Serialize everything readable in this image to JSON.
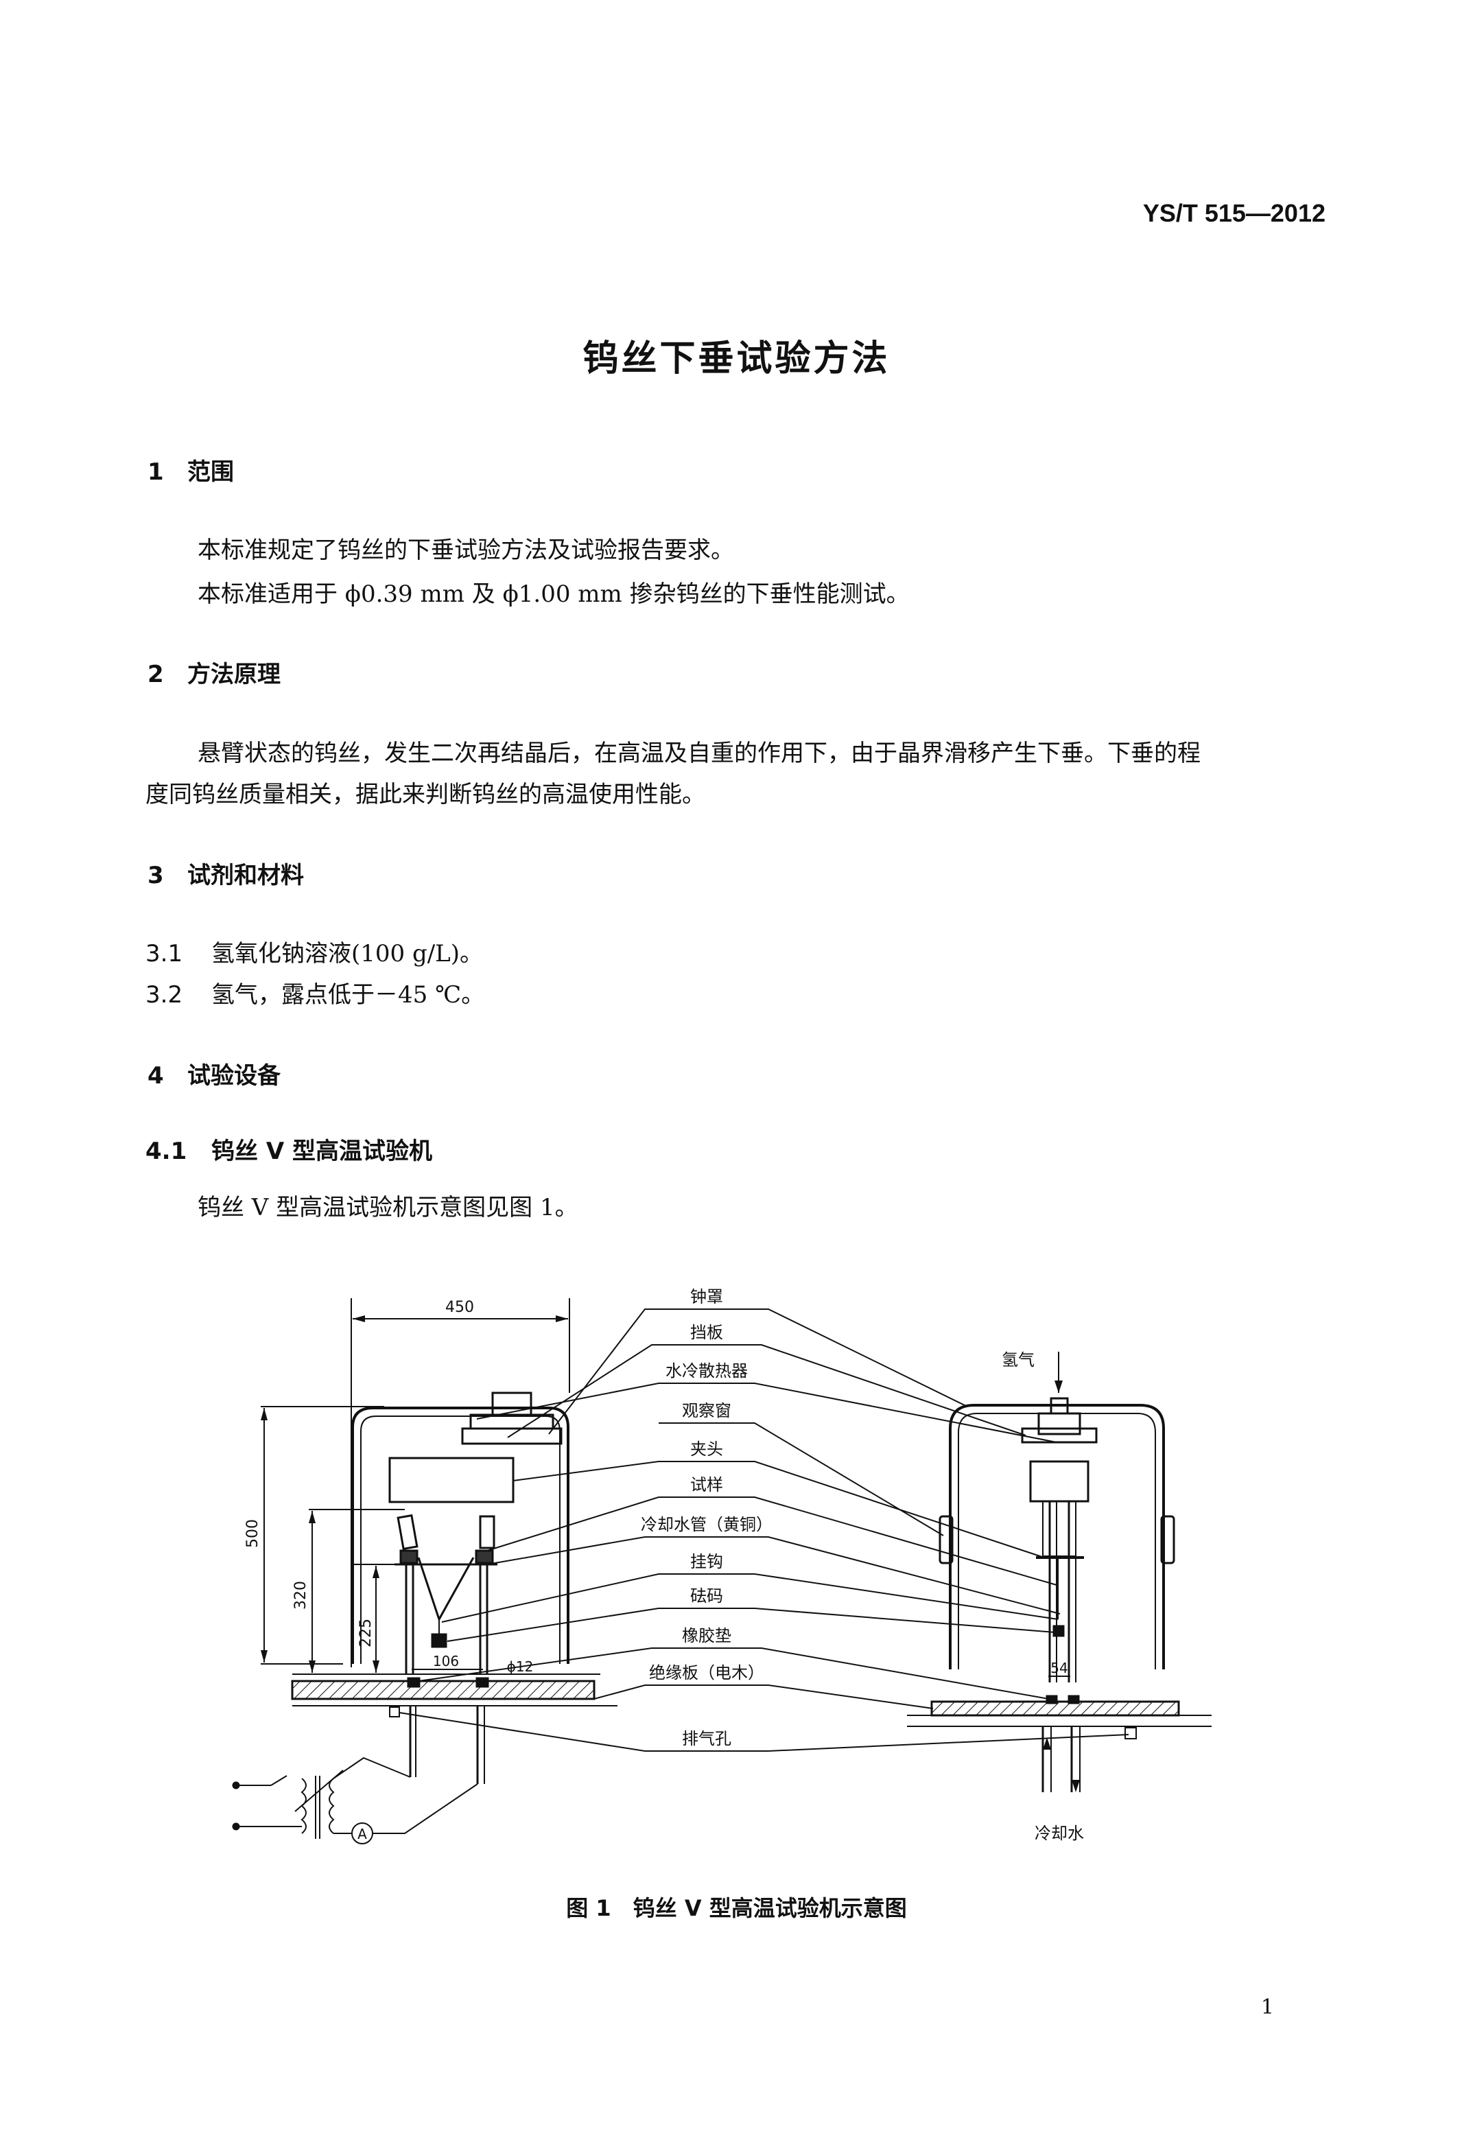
{
  "header": {
    "standard_no": "YS/T 515—2012"
  },
  "doc_title": "钨丝下垂试验方法",
  "sections": [
    {
      "num": "1",
      "title": "范围"
    },
    {
      "num": "2",
      "title": "方法原理"
    },
    {
      "num": "3",
      "title": "试剂和材料"
    },
    {
      "num": "4",
      "title": "试验设备"
    }
  ],
  "paragraphs": {
    "scope_1": "本标准规定了钨丝的下垂试验方法及试验报告要求。",
    "scope_2": "本标准适用于 ϕ0.39 mm 及 ϕ1.00 mm 掺杂钨丝的下垂性能测试。",
    "principle_1": "悬臂状态的钨丝，发生二次再结晶后，在高温及自重的作用下，由于晶界滑移产生下垂。下垂的程",
    "principle_2": "度同钨丝质量相关，据此来判断钨丝的高温使用性能。",
    "equip_text": "钨丝 V 型高温试验机示意图见图 1。"
  },
  "items": [
    {
      "num": "3.1",
      "text": "氢氧化钠溶液(100 g/L)。"
    },
    {
      "num": "3.2",
      "text": "氢气，露点低于－45 ℃。"
    }
  ],
  "subsection": {
    "num": "4.1",
    "title": "钨丝 V 型高温试验机"
  },
  "figure": {
    "labels": [
      "钟罩",
      "挡板",
      "水冷散热器",
      "观察窗",
      "夹头",
      "试样",
      "冷却水管（黄铜）",
      "挂钩",
      "砝码",
      "橡胶垫",
      "绝缘板（电木）",
      "排气孔"
    ],
    "hydrogen": "氢气",
    "cooling_water": "冷却水",
    "ammeter": "A",
    "dims": {
      "width": "450",
      "height": "500",
      "h2": "320",
      "h3": "225",
      "d1": "106",
      "d2": "ϕ12",
      "d3": "54"
    },
    "caption": "图 1　钨丝 V 型高温试验机示意图"
  },
  "page_number": "1"
}
